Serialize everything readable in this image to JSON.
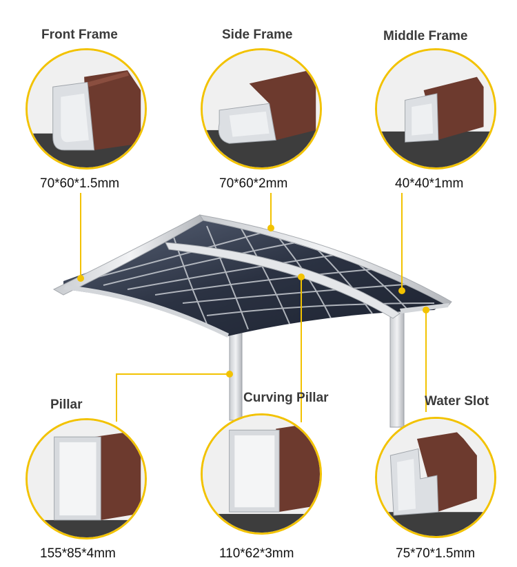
{
  "accent_color": "#f2c200",
  "parts": [
    {
      "id": "front-frame",
      "title": "Front Frame",
      "dimension": "70*60*1.5mm"
    },
    {
      "id": "side-frame",
      "title": "Side Frame",
      "dimension": "70*60*2mm"
    },
    {
      "id": "middle-frame",
      "title": "Middle Frame",
      "dimension": "40*40*1mm"
    },
    {
      "id": "pillar",
      "title": "Pillar",
      "dimension": "155*85*4mm"
    },
    {
      "id": "curving-pillar",
      "title": "Curving Pillar",
      "dimension": "110*62*3mm"
    },
    {
      "id": "water-slot",
      "title": "Water Slot",
      "dimension": "75*70*1.5mm"
    }
  ]
}
